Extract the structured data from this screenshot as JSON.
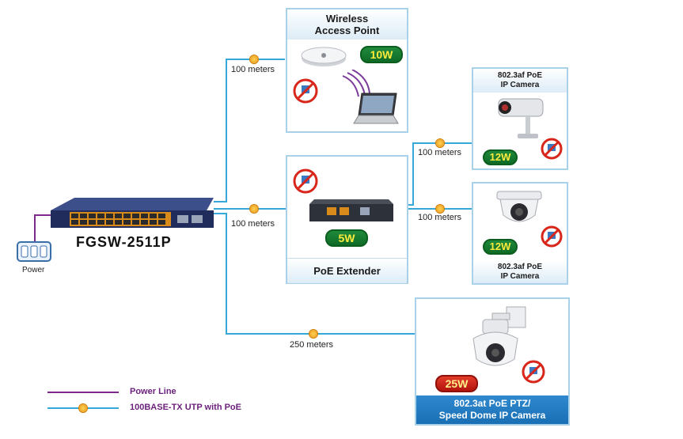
{
  "switch": {
    "model": "FGSW-2511P"
  },
  "power": {
    "label": "Power"
  },
  "devices": {
    "wireless_ap": {
      "title_line1": "Wireless",
      "title_line2": "Access Point",
      "watt": "10W"
    },
    "ip_camera_top": {
      "title_line1": "802.3af PoE",
      "title_line2": "IP Camera",
      "watt": "12W"
    },
    "poe_extender": {
      "title": "PoE Extender",
      "watt": "5W"
    },
    "ip_camera_bottom": {
      "title_line1": "802.3af PoE",
      "title_line2": "IP Camera",
      "watt": "12W"
    },
    "ptz_camera": {
      "title_line1": "802.3at PoE PTZ/",
      "title_line2": "Speed Dome IP Camera",
      "watt": "25W"
    }
  },
  "distances": {
    "to_ap": "100 meters",
    "to_extender": "100 meters",
    "to_camera_top": "100 meters",
    "to_camera_bottom": "100 meters",
    "to_ptz": "250 meters"
  },
  "legend": {
    "power_line": "Power Line",
    "utp_poe": "100BASE-TX UTP with PoE"
  },
  "colors": {
    "poe_cable": "#35a8d9",
    "power_line": "#7b2a8c",
    "legend_text": "#6a1f7a"
  }
}
